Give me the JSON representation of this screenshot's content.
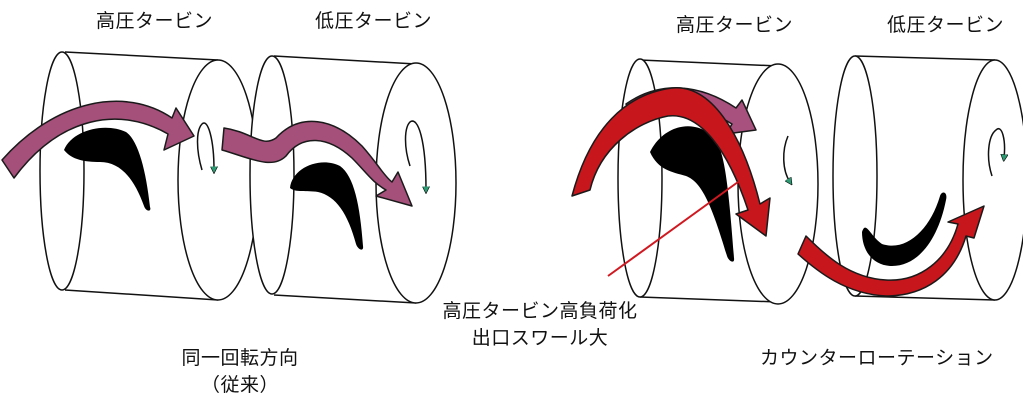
{
  "left": {
    "hp_label": "高圧タービン",
    "lp_label": "低圧タービン",
    "caption_line1": "同一回転方向",
    "caption_line2": "（従来）"
  },
  "right": {
    "hp_label": "高圧タービン",
    "lp_label": "低圧タービン",
    "caption": "カウンターローテーション"
  },
  "annotation": {
    "line1": "高圧タービン高負荷化",
    "line2": "出口スワール大"
  },
  "colors": {
    "left_arrow": "#a4507a",
    "right_arrow": "#c8161d",
    "hp_swirl_arrow": "#a8507e",
    "rotation_arrowhead": "#2e9a73",
    "leader_line": "#d01820",
    "blade": "#000000"
  }
}
